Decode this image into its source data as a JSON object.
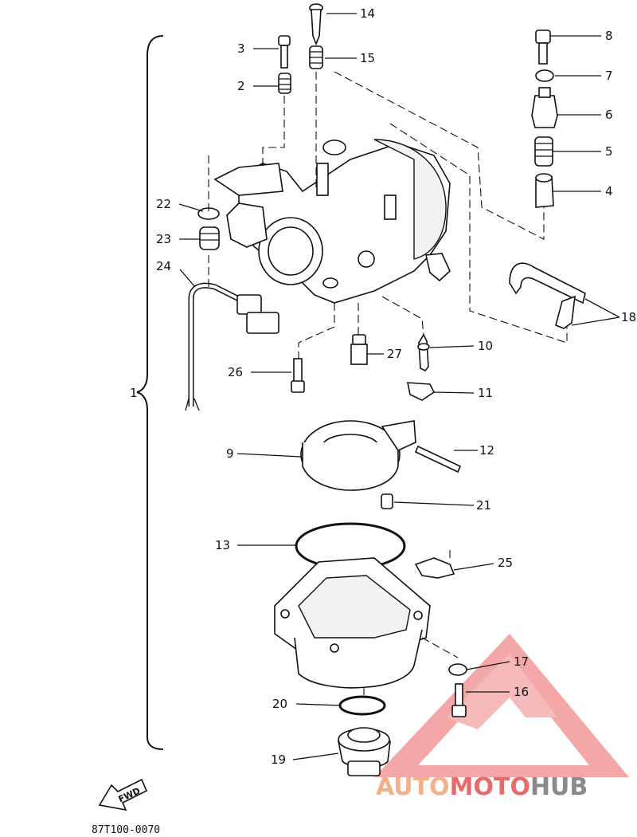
{
  "diagram": {
    "code": "87T100-0070",
    "fwd_label": "FWD",
    "assembly_label": "1",
    "callouts": [
      "2",
      "3",
      "4",
      "5",
      "6",
      "7",
      "8",
      "9",
      "10",
      "11",
      "12",
      "13",
      "14",
      "15",
      "16",
      "17",
      "18",
      "19",
      "20",
      "21",
      "22",
      "23",
      "24",
      "25",
      "26",
      "27"
    ]
  },
  "watermark": {
    "auto": "AUTO",
    "moto": "MOTO",
    "hub": "HUB",
    "colors": {
      "accent": "#f08a8a",
      "auto": "#f5b08a",
      "moto": "#e86a6a",
      "hub": "#8a8a8a"
    }
  }
}
